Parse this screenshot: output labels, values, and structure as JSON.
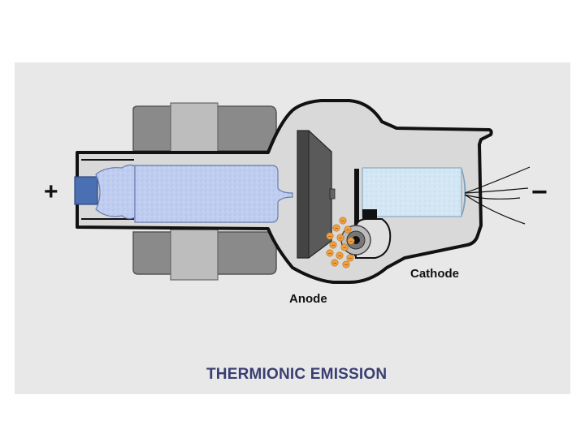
{
  "diagram": {
    "title": "THERMIONIC EMISSION",
    "labels": {
      "positive_terminal": "+",
      "negative_terminal": "−",
      "anode": "Anode",
      "cathode": "Cathode"
    },
    "electron_symbol": "−",
    "colors": {
      "background": "#e8e8e8",
      "tube_fill": "#d7d7d7",
      "magnet_gray": "#888888",
      "anode_rotor": "#b9c9ec",
      "cathode_block": "#cfe3f1",
      "connector_blue": "#4a6fb3",
      "electron_orange": "#f0a040",
      "title_color": "#3a3f73"
    }
  }
}
